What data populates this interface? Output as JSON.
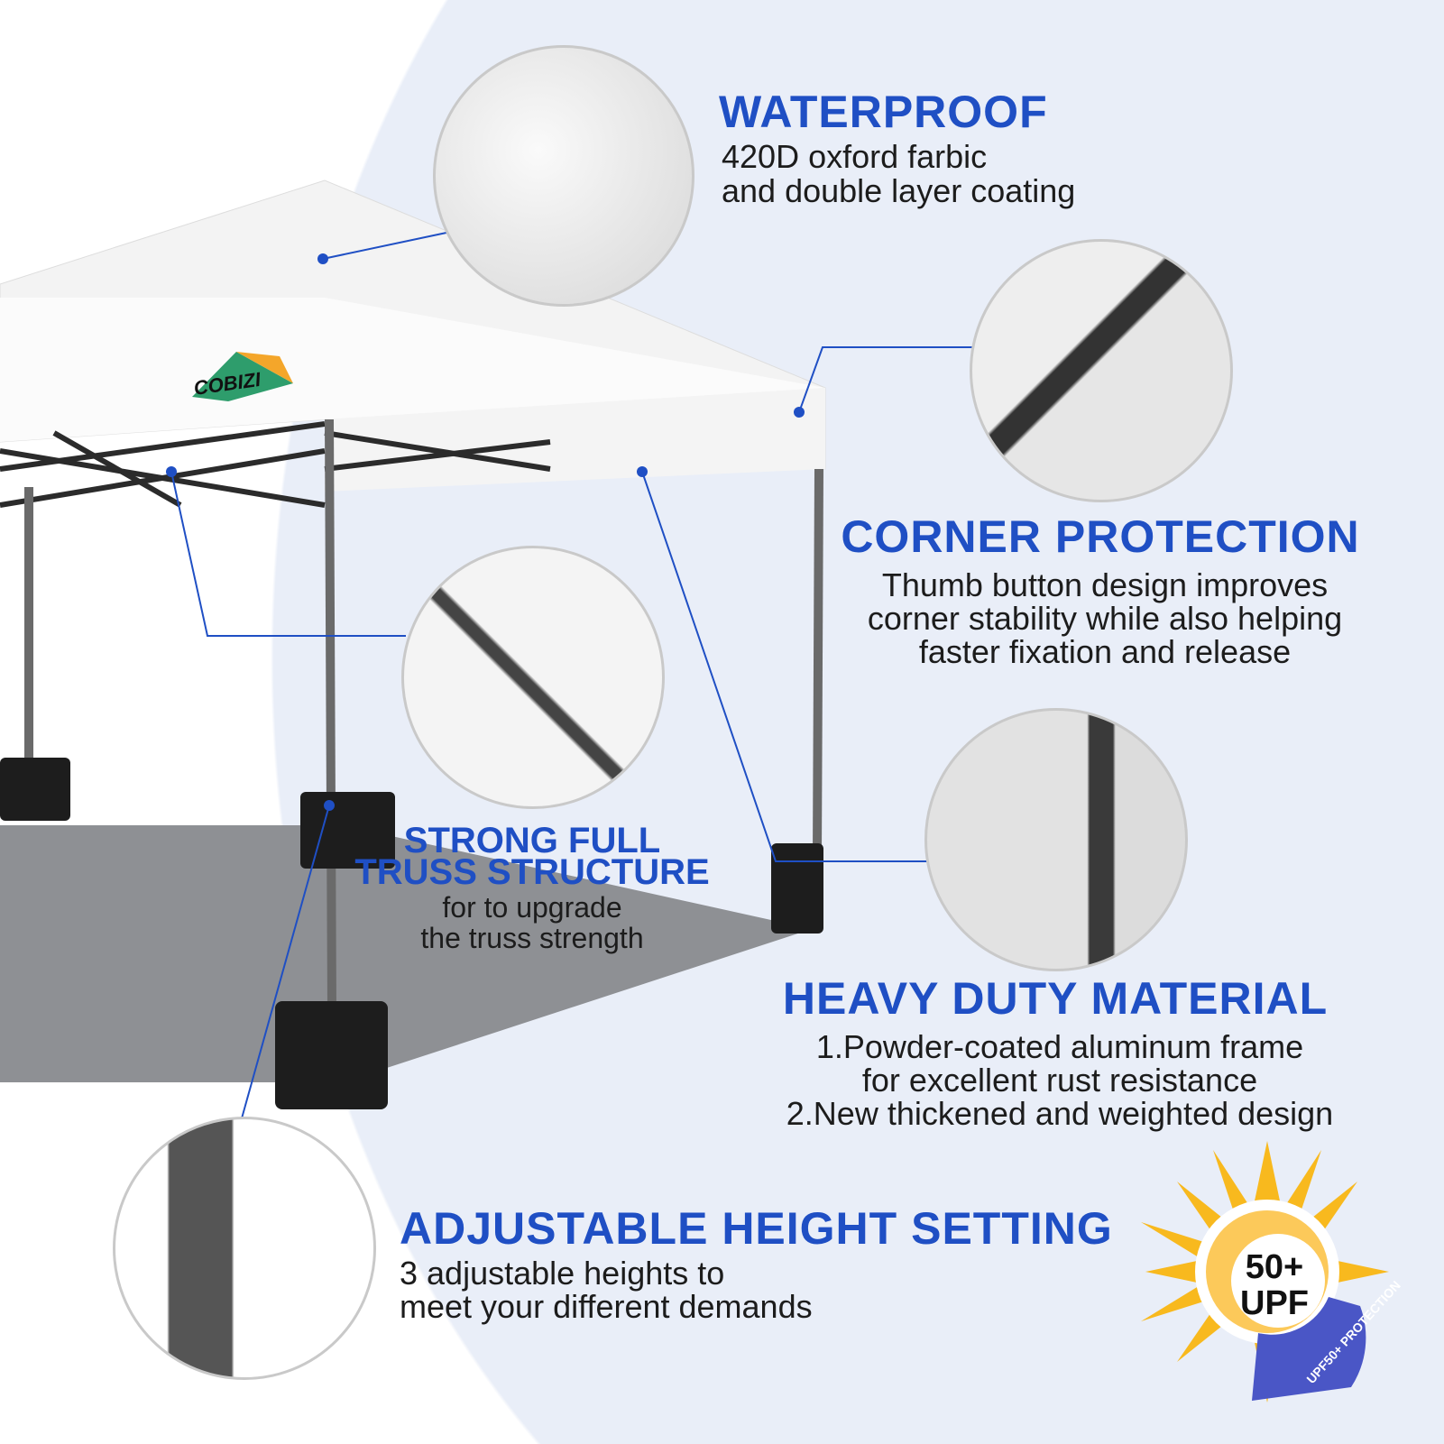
{
  "brand": {
    "logo_text": "COBIZI"
  },
  "features": {
    "waterproof": {
      "title": "WATERPROOF",
      "lines": [
        "420D oxford farbic",
        "and double layer coating"
      ]
    },
    "corner": {
      "title": "CORNER PROTECTION",
      "lines": [
        "Thumb button design improves",
        "corner stability while also helping",
        "faster fixation and release"
      ]
    },
    "truss": {
      "title_lines": [
        "STRONG FULL",
        "TRUSS STRUCTURE"
      ],
      "lines": [
        "for to upgrade",
        "the truss strength"
      ]
    },
    "heavy": {
      "title": "HEAVY DUTY MATERIAL",
      "lines": [
        "1.Powder-coated aluminum frame",
        "for excellent rust resistance",
        "2.New thickened and weighted design"
      ]
    },
    "adjustable": {
      "title": "ADJUSTABLE HEIGHT SETTING",
      "lines": [
        "3 adjustable heights to",
        "meet your different demands"
      ]
    }
  },
  "badge": {
    "line1": "50+",
    "line2": "UPF",
    "arc_text": "UPF50+ PROTECTION"
  },
  "colors": {
    "accent": "#1f4fc4",
    "sun": "#f8b91e",
    "arc": "#4a56c6",
    "background": "#e9eef8"
  }
}
